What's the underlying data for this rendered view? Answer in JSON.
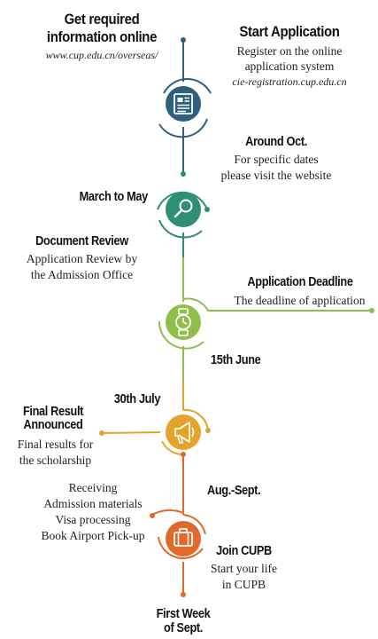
{
  "colors": {
    "stage1": "#2e5f7d",
    "stage2": "#2f8f74",
    "stage3": "#8fbf4a",
    "stage4": "#e4a32a",
    "stage5": "#e2692c"
  },
  "icons": [
    "document-icon",
    "search-icon",
    "watch-icon",
    "megaphone-icon",
    "suitcase-icon"
  ],
  "blocks": {
    "info": {
      "title_line1": "Get required",
      "title_line2": "information online",
      "url": "www.cup.edu.cn/overseas/"
    },
    "start": {
      "title": "Start Application",
      "line1": "Register on the online",
      "line2": "application system",
      "url": "cie-registration.cup.edu.cn"
    },
    "oct": {
      "title": "Around Oct.",
      "line1": "For specific dates",
      "line2": "please visit the website"
    },
    "march": {
      "title": "March to May"
    },
    "review": {
      "title": "Document Review",
      "line1": "Application Review by",
      "line2": "the Admission Office"
    },
    "deadline": {
      "title": "Application Deadline",
      "line1": "The deadline of application"
    },
    "june": {
      "title": "15th June"
    },
    "july": {
      "title": "30th July"
    },
    "result": {
      "title_line1": "Final Result",
      "title_line2": "Announced",
      "line1": "Final results for",
      "line2": "the scholarship"
    },
    "receive": {
      "line1": "Receiving",
      "line2": "Admission materials",
      "line3": "Visa processing",
      "line4": "Book Airport Pick-up"
    },
    "aug": {
      "title": "Aug.-Sept."
    },
    "join": {
      "title": "Join CUPB",
      "line1": "Start your life",
      "line2": "in CUPB"
    },
    "week": {
      "title_line1": "First Week",
      "title_line2": "of Sept."
    }
  }
}
